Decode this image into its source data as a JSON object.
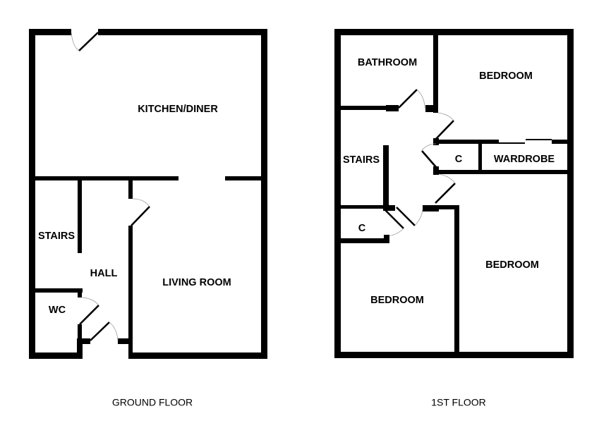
{
  "ground_floor": {
    "caption": "GROUND FLOOR",
    "rooms": {
      "kitchen": "KITCHEN/DINER",
      "stairs": "STAIRS",
      "hall": "HALL",
      "living": "LIVING ROOM",
      "wc": "WC"
    }
  },
  "first_floor": {
    "caption": "1ST FLOOR",
    "rooms": {
      "bathroom": "BATHROOM",
      "bedroom_1": "BEDROOM",
      "cupboard_1": "C",
      "wardrobe": "WARDROBE",
      "stairs": "STAIRS",
      "cupboard_2": "C",
      "bedroom_2": "BEDROOM",
      "bedroom_3": "BEDROOM"
    }
  }
}
